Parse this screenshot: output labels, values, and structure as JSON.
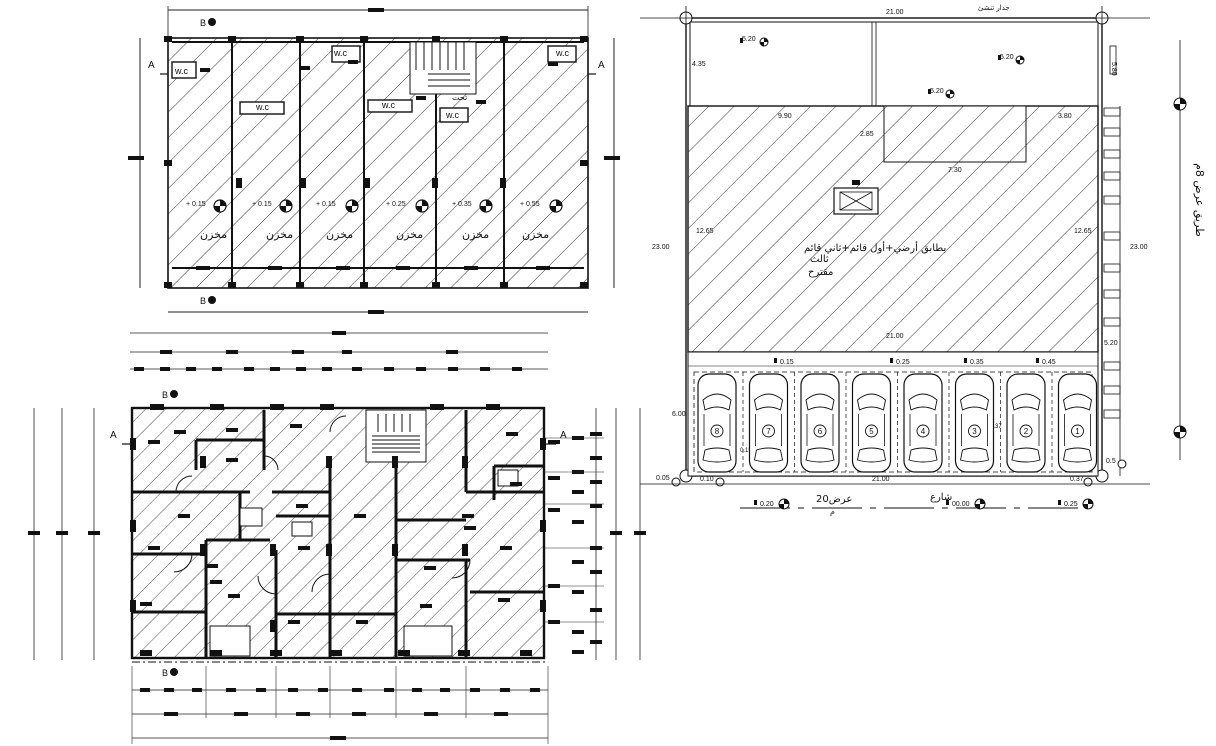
{
  "shop_plan": {
    "section_labels": [
      "A",
      "A",
      "B",
      "B"
    ],
    "wc_labels": [
      "w.c",
      "w.c",
      "w.c",
      "w.c",
      "w.c",
      "w.c"
    ],
    "stair_label": "تحت",
    "shops": [
      {
        "label": "مخزن",
        "level": "+ 0.15"
      },
      {
        "label": "مخزن",
        "level": "+ 0.15"
      },
      {
        "label": "مخزن",
        "level": "+ 0.15"
      },
      {
        "label": "مخزن",
        "level": "+ 0.25"
      },
      {
        "label": "مخزن",
        "level": "+ 0.35"
      },
      {
        "label": "مخزن",
        "level": "+ 0.55"
      }
    ]
  },
  "floor_plan": {
    "section_labels": [
      "A",
      "A",
      "B",
      "B"
    ]
  },
  "site_plan": {
    "top_width": "21.00",
    "top_note": "جدار تنشئ",
    "left_offset": "4.35",
    "right_offset_top": "5.80",
    "levels_top": [
      "5.20",
      "5.20",
      "5.20"
    ],
    "dims_building": [
      "9.90",
      "2.85",
      "3.80",
      "7.30"
    ],
    "side_dim": "12.65",
    "overall_height": "23.00",
    "building_width": "21.00",
    "building_note_lines": [
      "بطابق أرضي+أول قائم+ثاني قائم",
      "ثالث",
      "مقترح"
    ],
    "right_street": "طريق عرض 8م",
    "right_side_level": "5.20",
    "parking_depth": "6.00",
    "parking_levels": [
      "0.15",
      "0.25",
      "0.35",
      "0.45"
    ],
    "car_numbers": [
      "8",
      "7",
      "6",
      "5",
      "4",
      "3",
      "2",
      "1"
    ],
    "inner_levels": [
      "0.15",
      "0.37"
    ],
    "bottom_levels": [
      "0.05",
      "0.10",
      "0.37",
      "0.5"
    ],
    "bottom_width": "21.00",
    "street_label": "شارع",
    "street_width": "عرض20",
    "street_sub": "م",
    "road_levels": [
      "0.20",
      "00.00",
      "0.25"
    ]
  }
}
